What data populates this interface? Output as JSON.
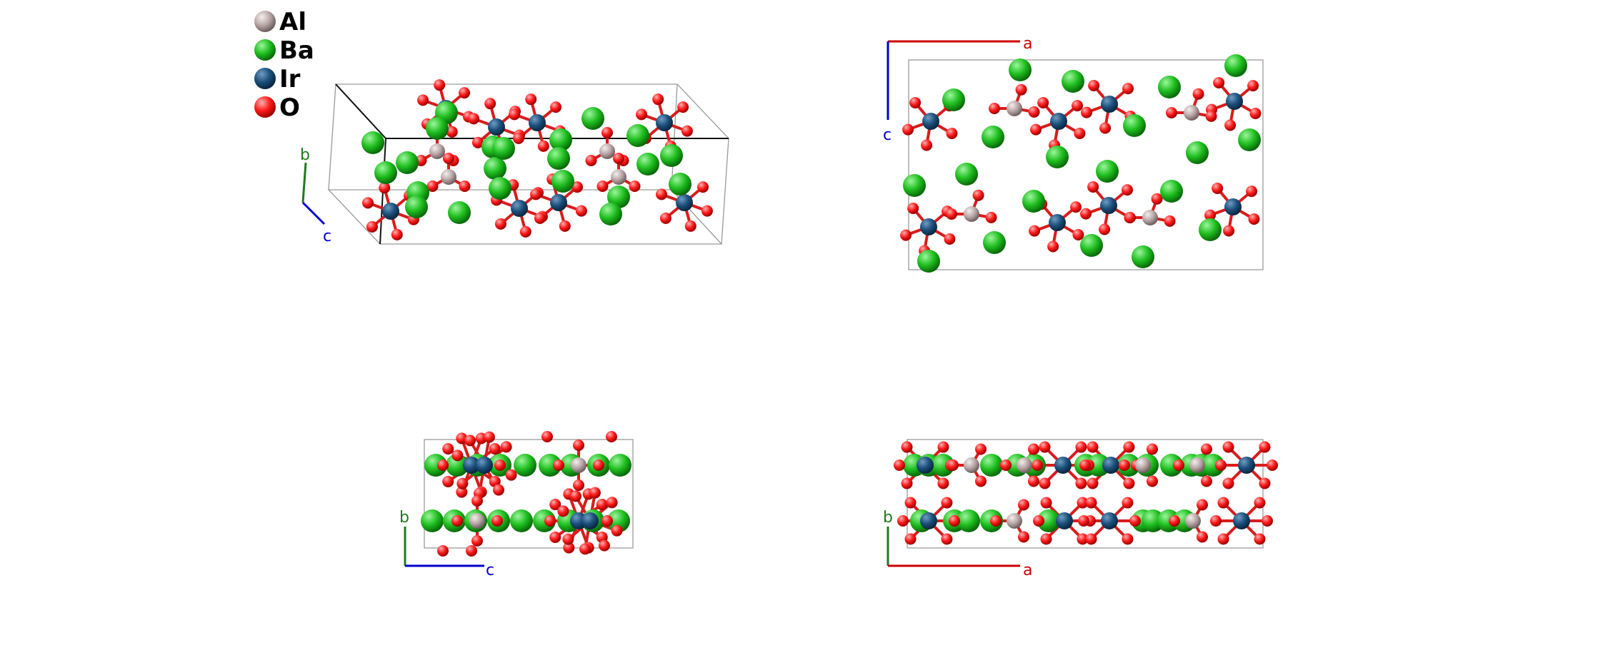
{
  "legend": [
    {
      "element": "Al",
      "color": "#b9a7a7"
    },
    {
      "element": "Ba",
      "color": "#1fbf1f"
    },
    {
      "element": "Ir",
      "color": "#1b4f7a"
    },
    {
      "element": "O",
      "color": "#ff1a1a"
    }
  ],
  "colors": {
    "a_axis": "#cc0000",
    "b_axis": "#207a20",
    "c_axis": "#0000cc",
    "bond": "#d81c1c",
    "cell": "#9a9a9a"
  },
  "panels": {
    "perspective": {
      "axes": [
        "b",
        "c"
      ]
    },
    "ac_view": {
      "axes": [
        "a",
        "c"
      ]
    },
    "bc_view": {
      "axes": [
        "b",
        "c"
      ]
    },
    "ab_view": {
      "axes": [
        "b",
        "a"
      ]
    }
  }
}
